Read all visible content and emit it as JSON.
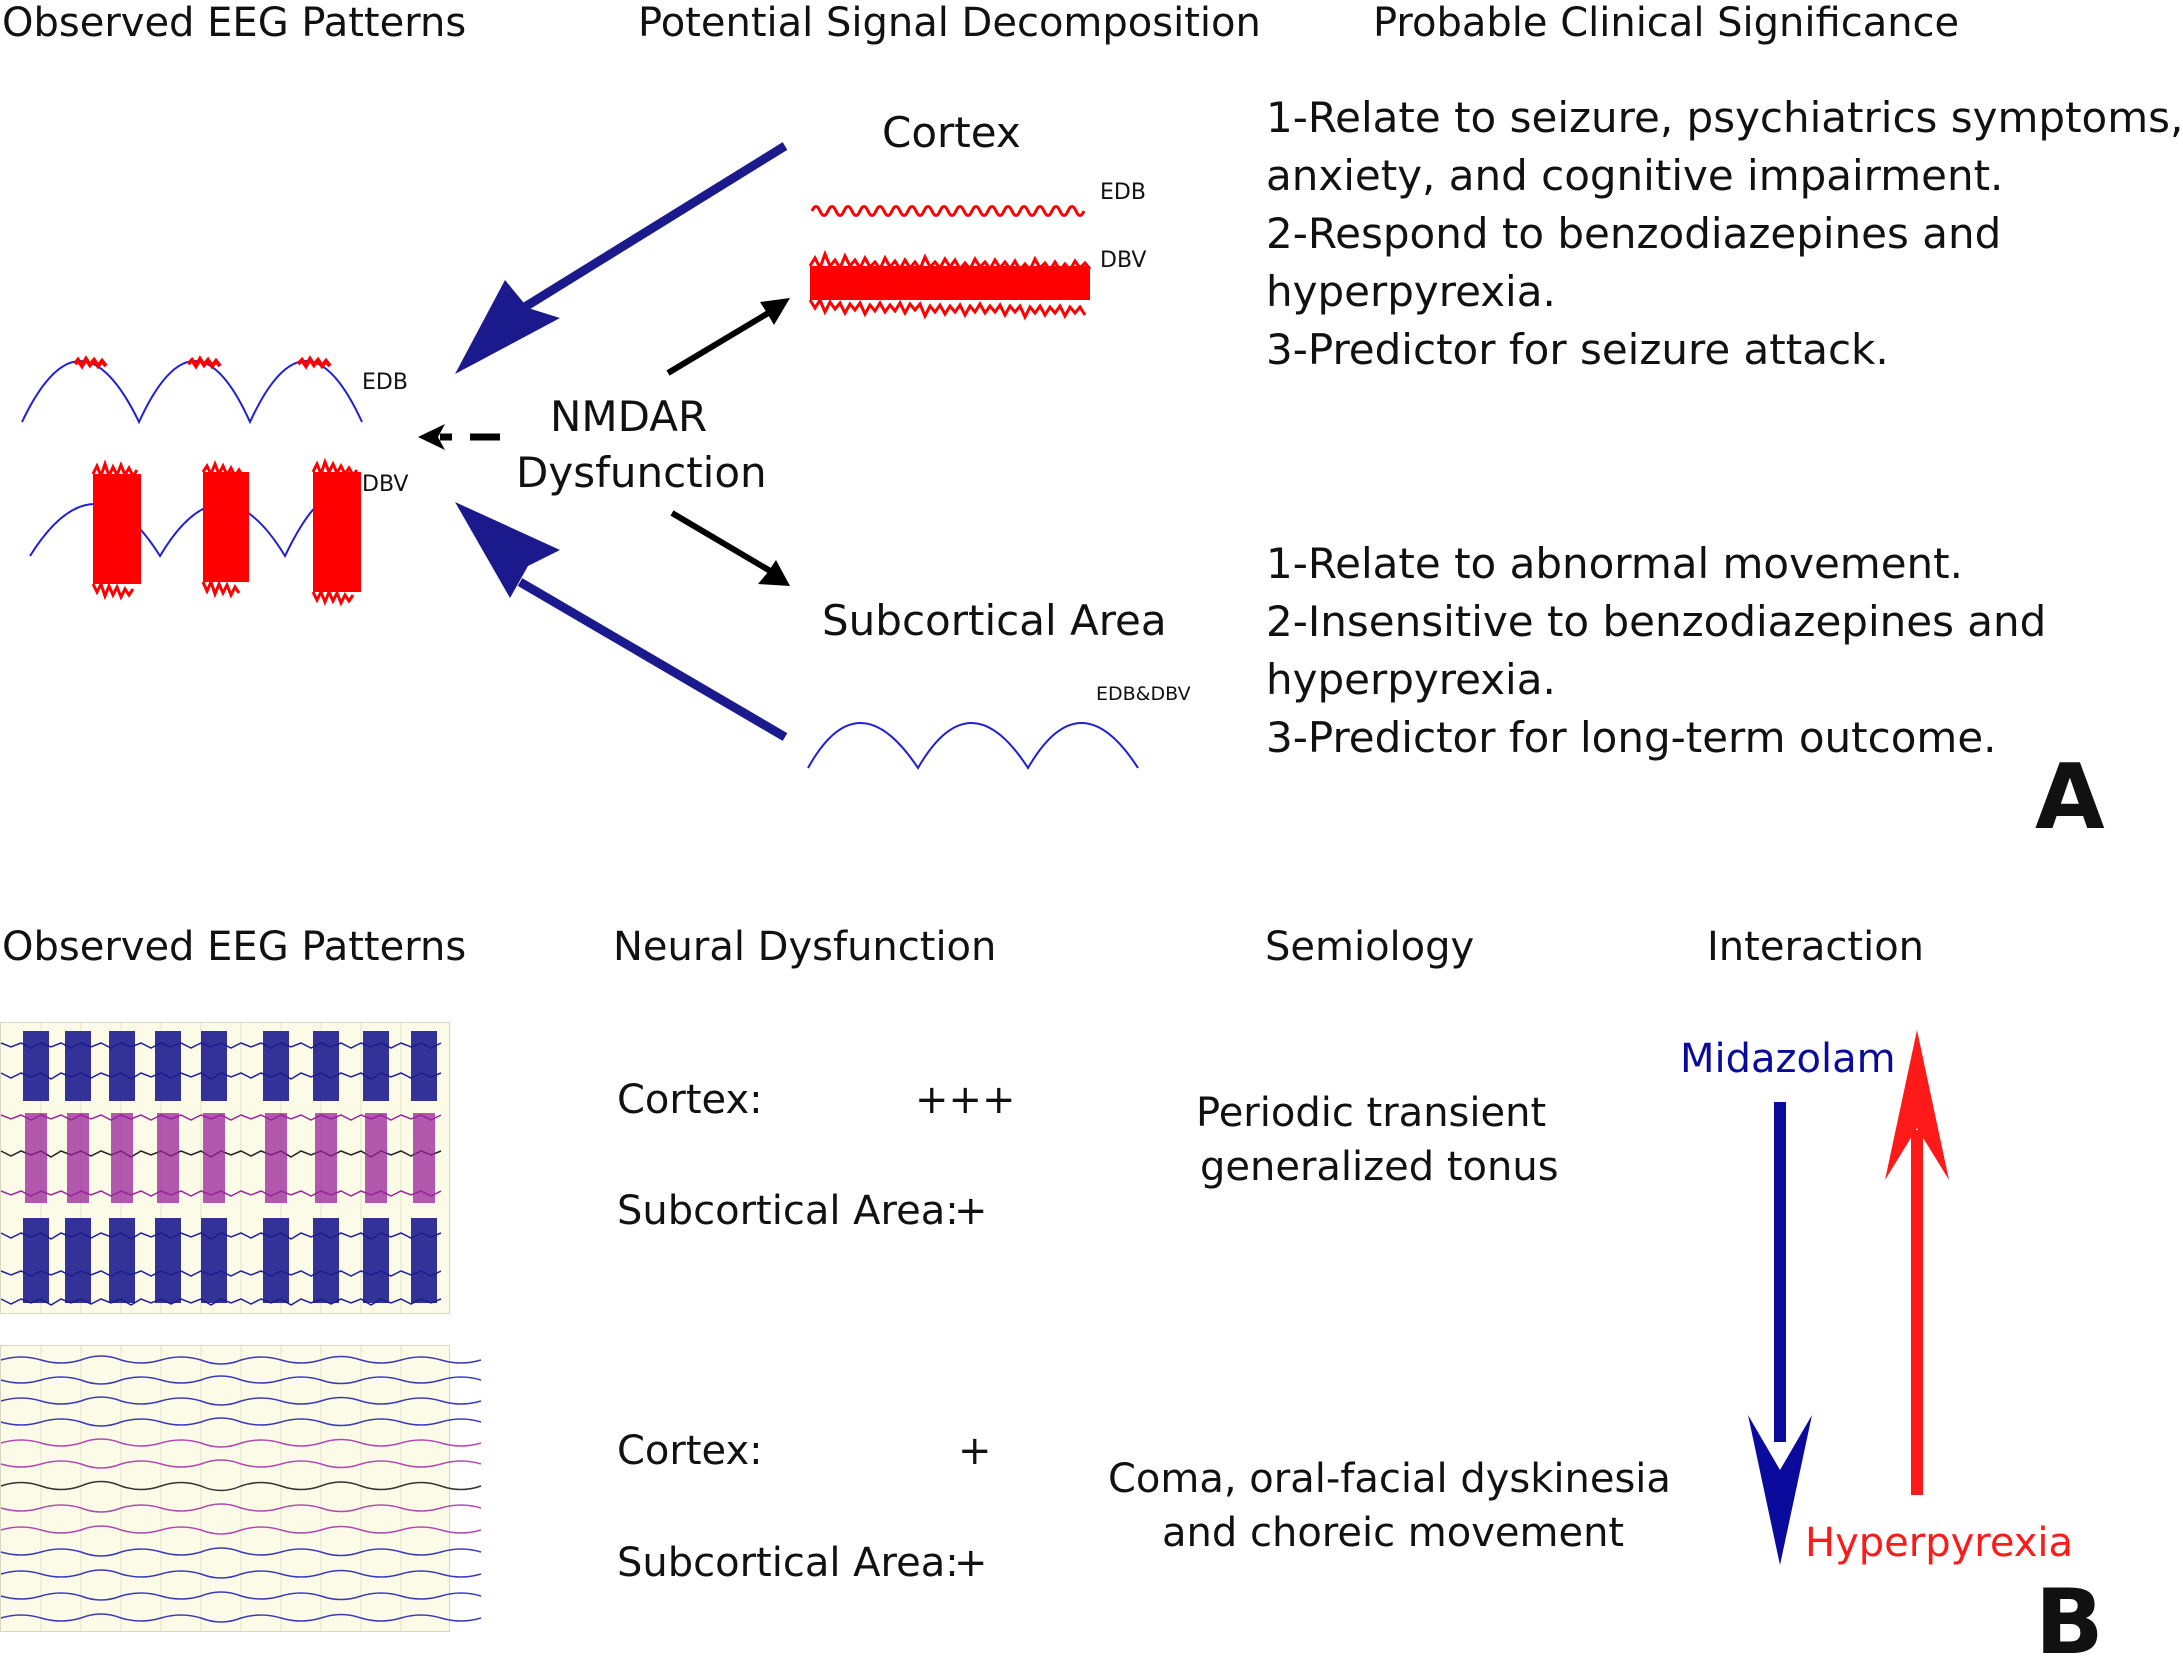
{
  "panel_a": {
    "label": "A",
    "headers": {
      "observed": "Observed EEG Patterns",
      "decomposition": "Potential Signal Decomposition",
      "significance": "Probable Clinical Significance"
    },
    "wave_labels": {
      "observed_edb": "EDB",
      "observed_dbv": "DBV",
      "cortex_edb": "EDB",
      "cortex_dbv": "DBV",
      "subcortical": "EDB&DBV"
    },
    "source": {
      "line1": "NMDAR",
      "line2": "Dysfunction"
    },
    "cortex_title": "Cortex",
    "subcortical_title": "Subcortical Area",
    "cortex_significance": [
      "1-Relate to seizure, psychiatrics symptoms,",
      "anxiety, and cognitive impairment.",
      "2-Respond to benzodiazepines and",
      "hyperpyrexia.",
      "3-Predictor for seizure attack."
    ],
    "subcortical_significance": [
      "1-Relate to abnormal movement.",
      "2-Insensitive to benzodiazepines and",
      "hyperpyrexia.",
      "3-Predictor for long-term outcome."
    ],
    "colors": {
      "arrow_blue": "#1a1a8c",
      "signal_red": "#ff0000",
      "wave_blue": "#1f1fd6"
    }
  },
  "panel_b": {
    "label": "B",
    "headers": {
      "observed": "Observed EEG Patterns",
      "neural": "Neural Dysfunction",
      "semiology": "Semiology",
      "interaction": "Interaction"
    },
    "row1": {
      "cortex_label": "Cortex:",
      "cortex_value": "+++",
      "subcortical_label": "Subcortical Area:",
      "subcortical_value": "+",
      "semiology": [
        "Periodic transient",
        "generalized tonus"
      ]
    },
    "row2": {
      "cortex_label": "Cortex:",
      "cortex_value": "+",
      "subcortical_label": "Subcortical Area:",
      "subcortical_value": "+",
      "semiology": [
        "Coma, oral-facial dyskinesia",
        "and choreic movement"
      ]
    },
    "interaction": {
      "down_label": "Midazolam",
      "up_label": "Hyperpyrexia"
    },
    "colors": {
      "down_arrow": "#0a0a9c",
      "up_arrow": "#ff1a1a"
    }
  }
}
